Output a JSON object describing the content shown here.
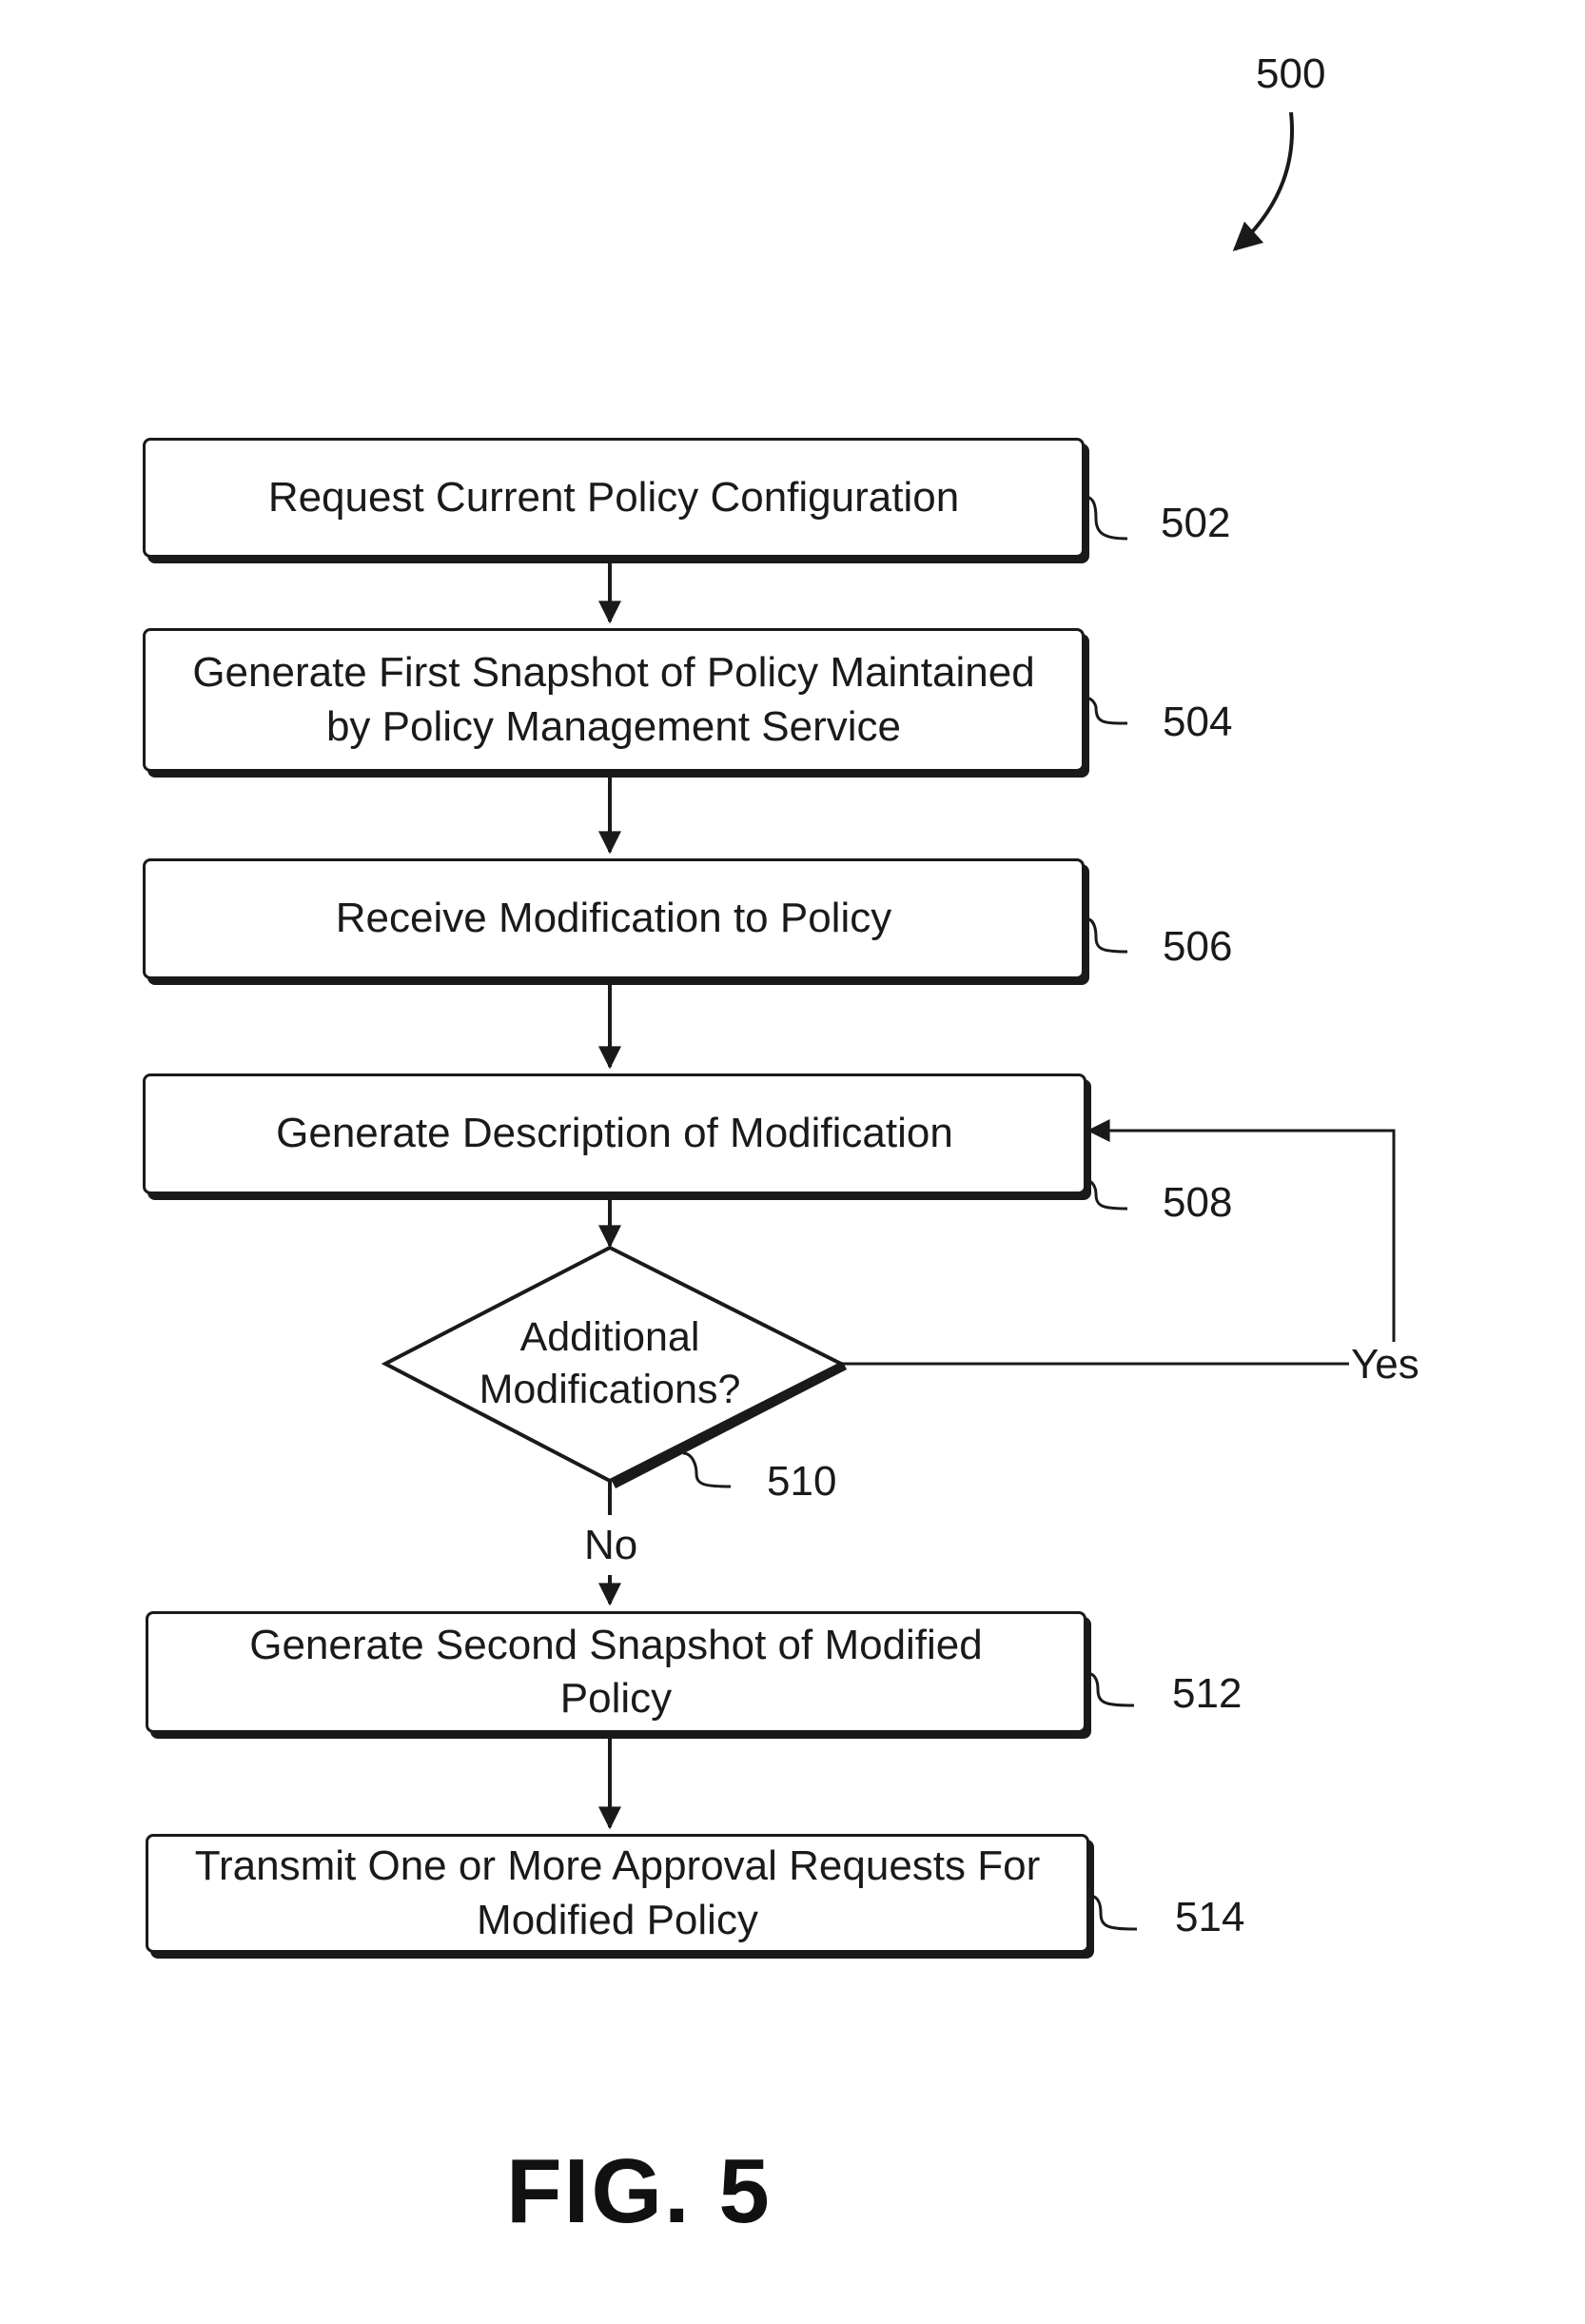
{
  "diagram": {
    "figure_ref": "500",
    "figure_label": "FIG. 5",
    "steps": [
      {
        "ref": "502",
        "lines": [
          "Request Current Policy Configuration"
        ]
      },
      {
        "ref": "504",
        "lines": [
          "Generate First Snapshot of Policy Maintained",
          "by Policy Management Service"
        ]
      },
      {
        "ref": "506",
        "lines": [
          "Receive Modification to Policy"
        ]
      },
      {
        "ref": "508",
        "lines": [
          "Generate Description of Modification"
        ]
      },
      {
        "ref": "512",
        "lines": [
          "Generate Second Snapshot of Modified",
          "Policy"
        ]
      },
      {
        "ref": "514",
        "lines": [
          "Transmit One or More Approval Requests For",
          "Modified Policy"
        ]
      }
    ],
    "decision": {
      "ref": "510",
      "lines": [
        "Additional",
        "Modifications?"
      ],
      "yes_label": "Yes",
      "no_label": "No"
    }
  }
}
